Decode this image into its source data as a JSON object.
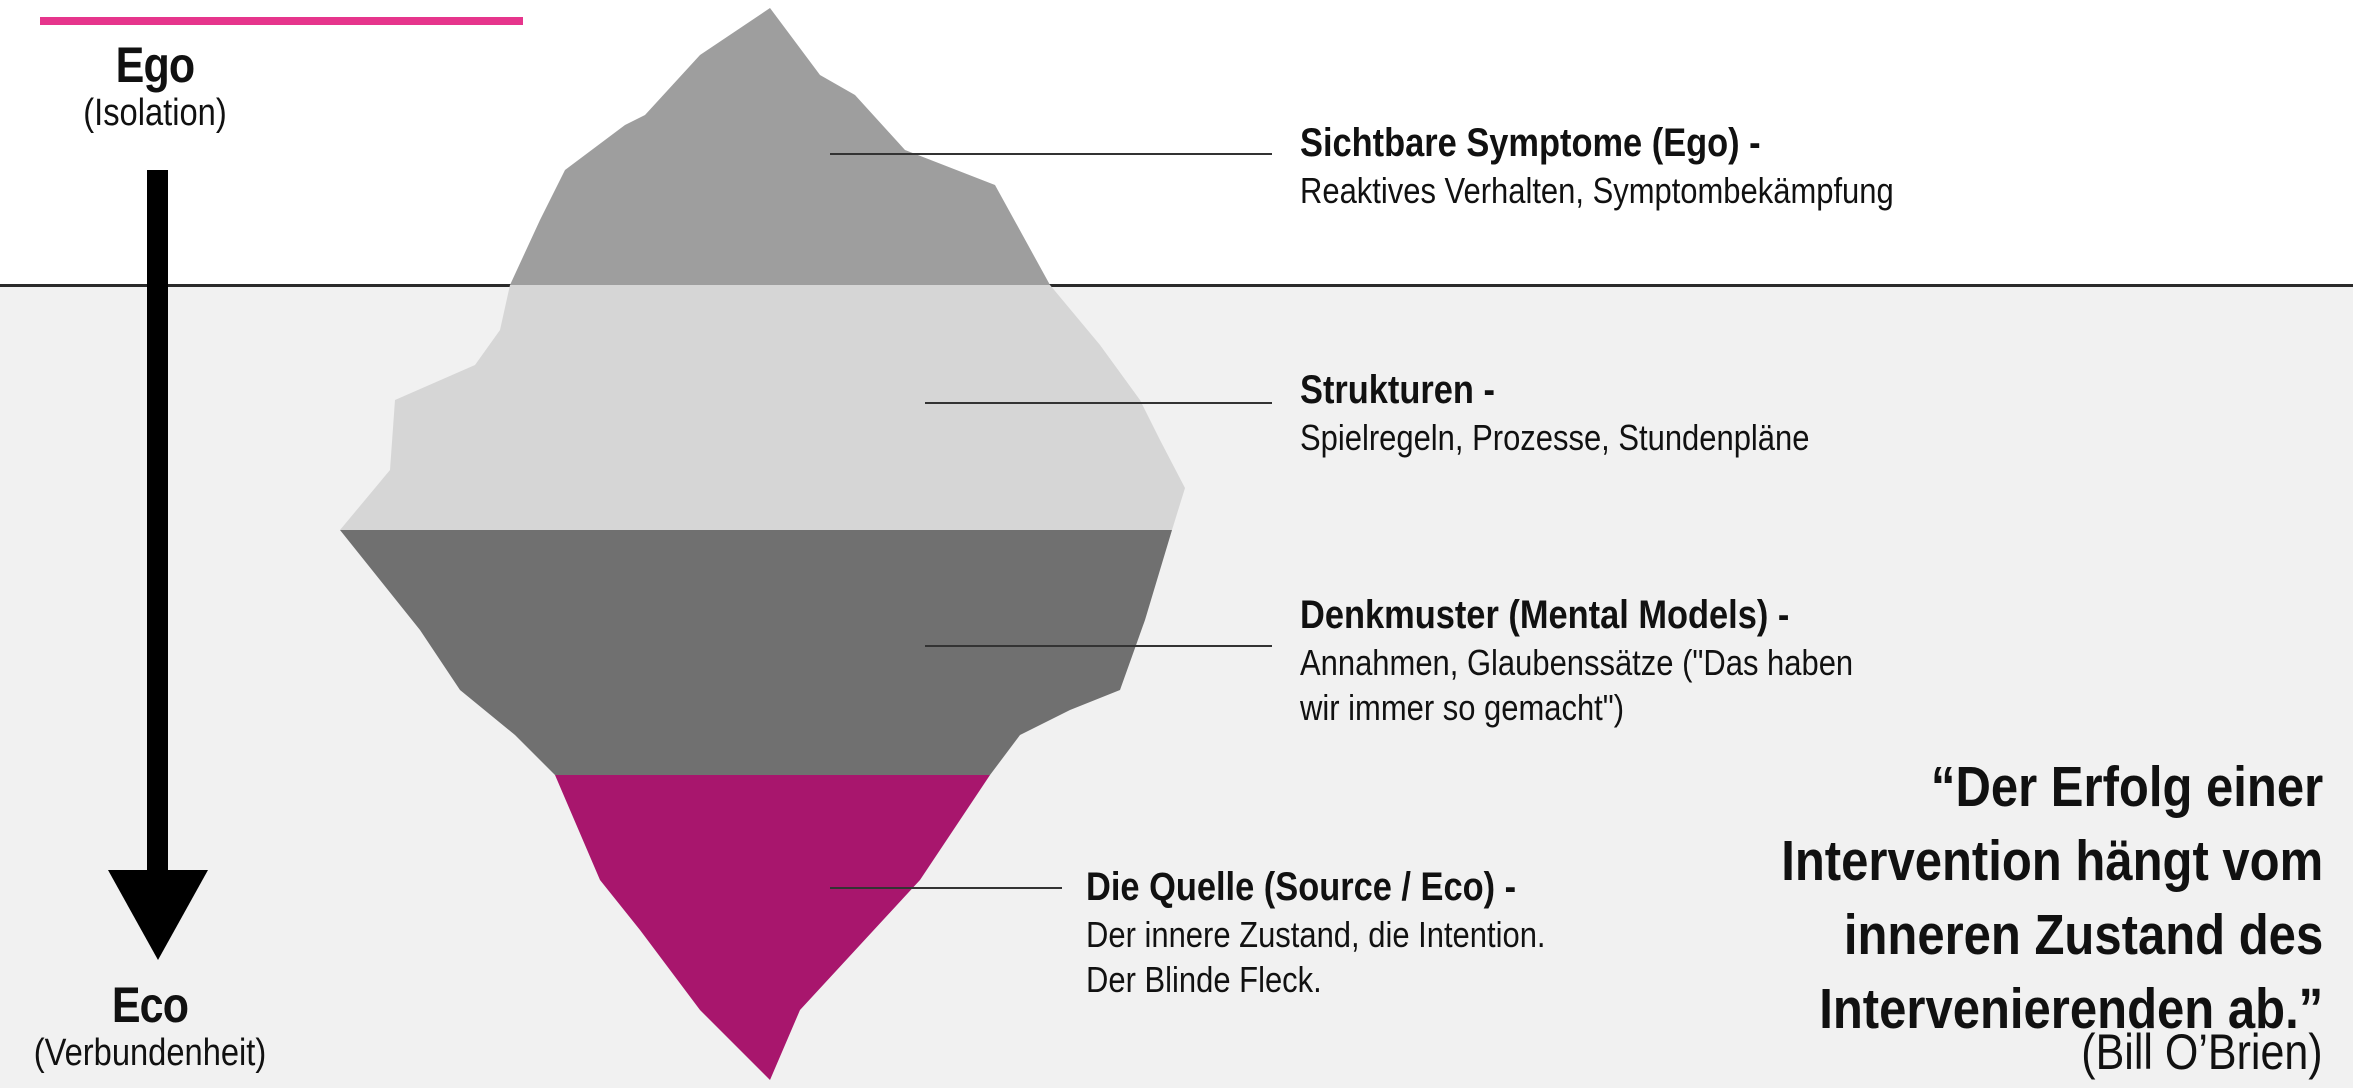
{
  "top": {
    "label": "Ego",
    "sublabel": "(Isolation)"
  },
  "bottom": {
    "label": "Eco",
    "sublabel": "(Verbundenheit)"
  },
  "layers": [
    {
      "title": "Sichtbare Symptome (Ego) -",
      "description": [
        "Reaktives Verhalten, Symptombekämpfung"
      ],
      "color": "#9e9e9e"
    },
    {
      "title": "Strukturen -",
      "description": [
        "Spielregeln, Prozesse, Stundenpläne"
      ],
      "color": "#d6d6d6"
    },
    {
      "title": "Denkmuster (Mental Models) -",
      "description": [
        "Annahmen, Glaubenssätze (\"Das haben",
        "wir immer so gemacht\")"
      ],
      "color": "#707070"
    },
    {
      "title": "Die Quelle (Source / Eco) -",
      "description": [
        "Der innere Zustand, die Intention.",
        "Der Blinde Fleck."
      ],
      "color": "#a8166d"
    }
  ],
  "quote": {
    "lines": [
      "“Der Erfolg einer",
      "Intervention hängt vom",
      "inneren Zustand des",
      "Intervenierenden ab.”"
    ],
    "author": "(Bill O’Brien)"
  },
  "colors": {
    "accent": "#e6358c",
    "water": "#f1f1f1",
    "waterline": "#2a2a2a"
  }
}
